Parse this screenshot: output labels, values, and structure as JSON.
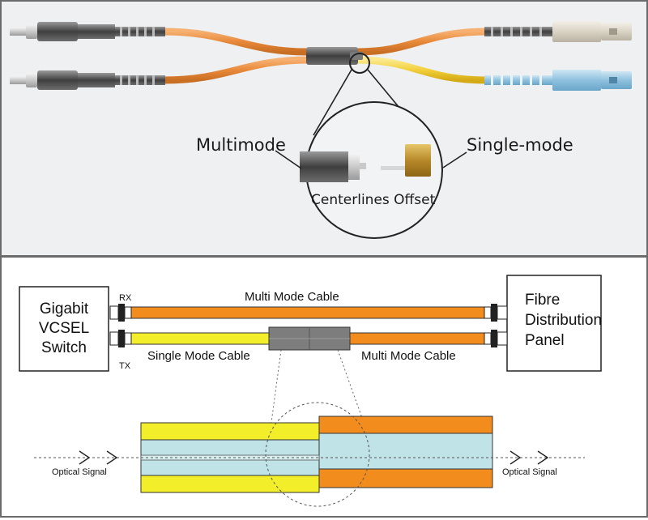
{
  "photo": {
    "label_left": "Multimode",
    "label_right": "Single-mode",
    "label_center": "Centerlines Offset"
  },
  "diagram": {
    "switch_line1": "Gigabit",
    "switch_line2": "VCSEL",
    "switch_line3": "Switch",
    "port_rx": "RX",
    "port_tx": "TX",
    "panel_line1": "Fibre",
    "panel_line2": "Distribution",
    "panel_line3": "Panel",
    "cable_top": "Multi Mode Cable",
    "cable_single": "Single Mode Cable",
    "cable_multi": "Multi Mode Cable",
    "signal_left": "Optical Signal",
    "signal_right": "Optical Signal"
  },
  "colors": {
    "multimode_orange": "#f28c1c",
    "singlemode_yellow": "#f3ee2a",
    "core_blue": "#bfe3e6",
    "connector_grey": "#5e5e5e"
  }
}
